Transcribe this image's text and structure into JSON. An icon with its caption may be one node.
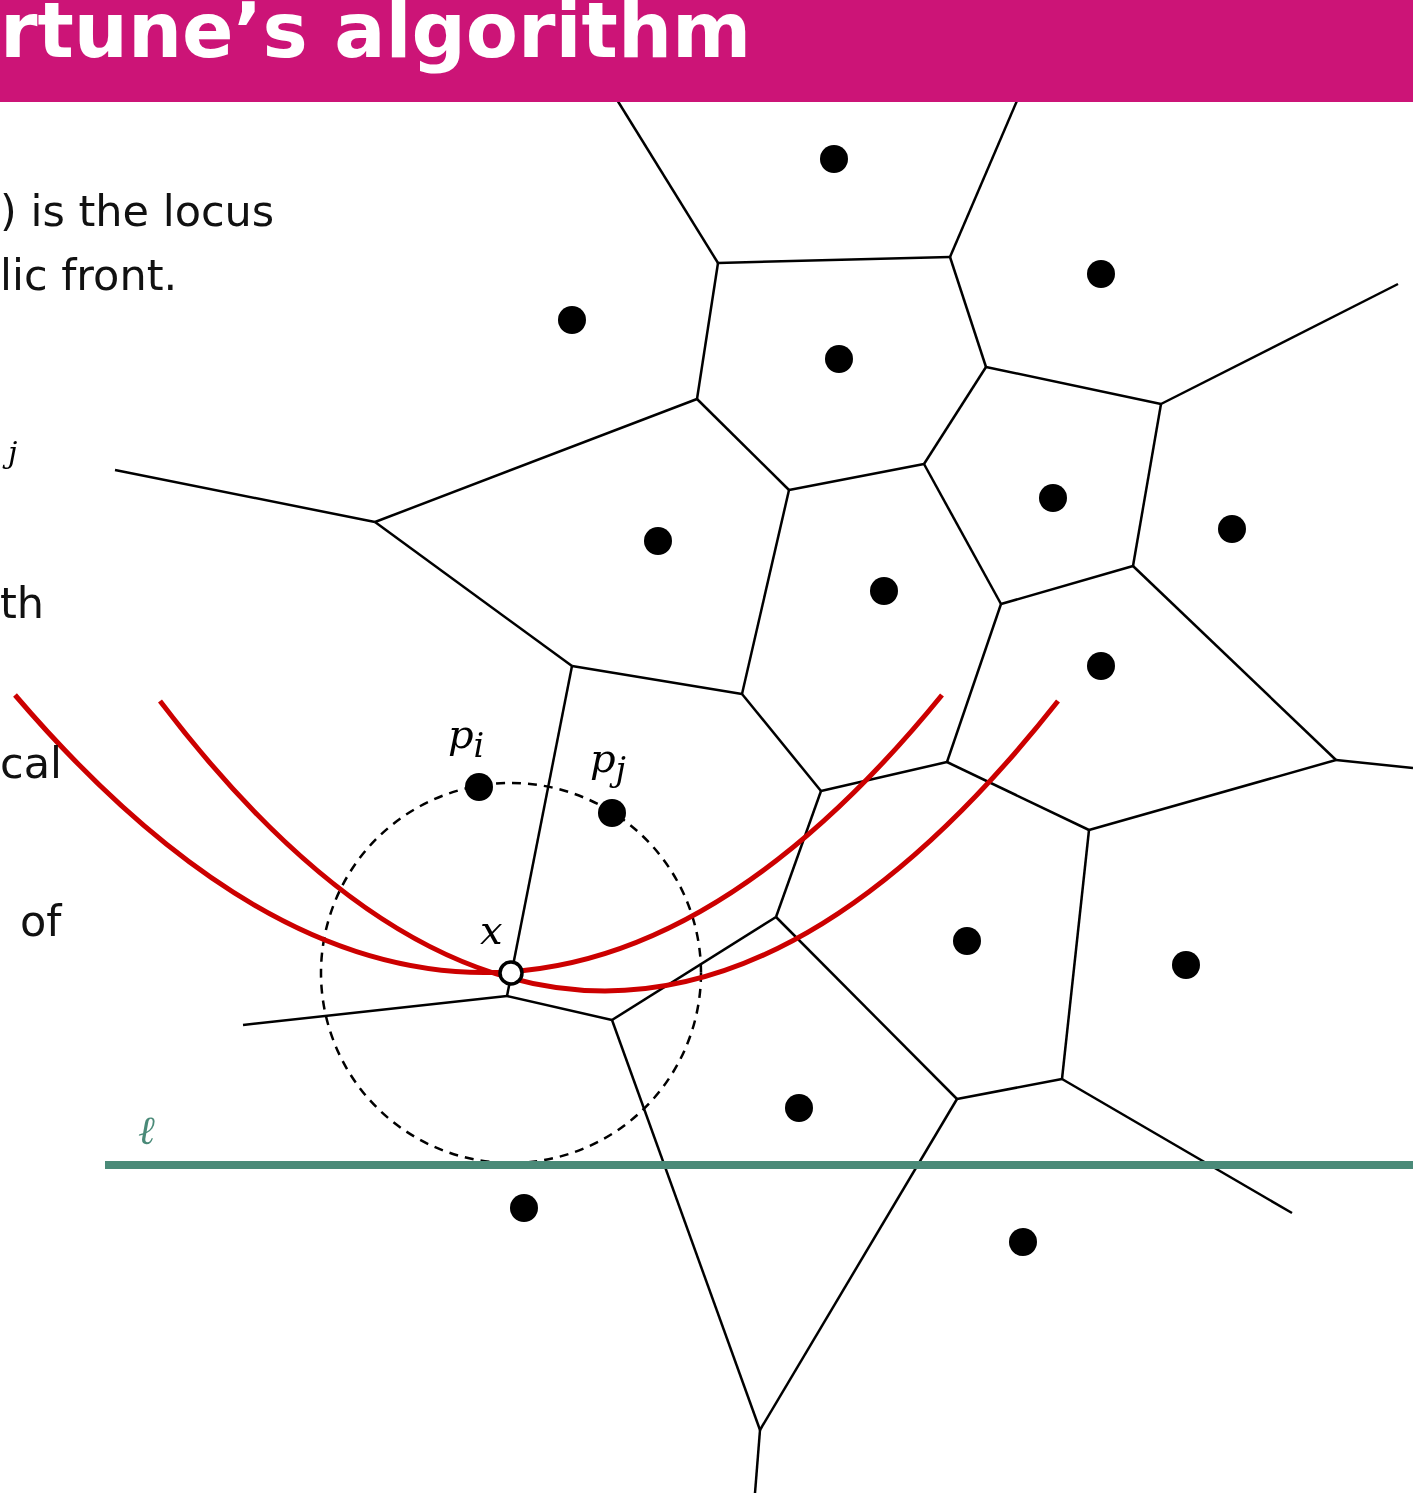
{
  "diagram": {
    "title": "rtune’s algorithm",
    "labels": [
      ") is the locus",
      "lic front.",
      "j",
      "th",
      "cal",
      "of",
      "p$_{i}$",
      "p$_{j}$",
      "x",
      "ℓ"
    ]
  }
}
